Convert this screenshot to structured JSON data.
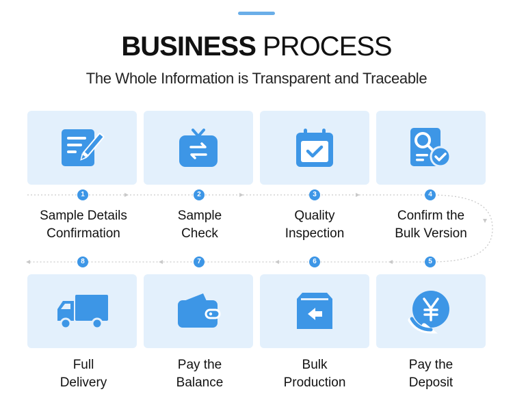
{
  "header": {
    "title_bold": "BUSINESS",
    "title_rest": "PROCESS",
    "subtitle": "The Whole Information is Transparent and Traceable"
  },
  "colors": {
    "accent": "#6aaee8",
    "card_bg": "#e3f0fc",
    "icon_blue": "#3d96e6",
    "line_gray": "#c9c9c9"
  },
  "steps": [
    {
      "number": "1",
      "line1": "Sample Details",
      "line2": "Confirmation",
      "icon": "document-edit-icon"
    },
    {
      "number": "2",
      "line1": "Sample",
      "line2": "Check",
      "icon": "tv-exchange-icon"
    },
    {
      "number": "3",
      "line1": "Quality",
      "line2": "Inspection",
      "icon": "calendar-check-icon"
    },
    {
      "number": "4",
      "line1": "Confirm the",
      "line2": "Bulk Version",
      "icon": "document-search-icon"
    },
    {
      "number": "5",
      "line1": "Pay the",
      "line2": "Deposit",
      "icon": "yen-coin-icon"
    },
    {
      "number": "6",
      "line1": "Bulk",
      "line2": "Production",
      "icon": "box-arrow-icon"
    },
    {
      "number": "7",
      "line1": "Pay the",
      "line2": "Balance",
      "icon": "wallet-icon"
    },
    {
      "number": "8",
      "line1": "Full",
      "line2": "Delivery",
      "icon": "truck-icon"
    }
  ]
}
